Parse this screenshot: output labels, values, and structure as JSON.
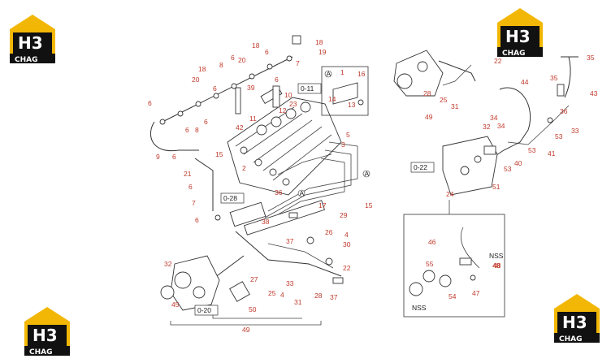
{
  "brand": {
    "logo_main": "H3",
    "logo_sub": "CHAG",
    "colors": {
      "yellow": "#f2b705",
      "black": "#111111"
    }
  },
  "colors": {
    "label": "#c0392b",
    "line": "#333333"
  },
  "labels": {
    "top": [
      "18",
      "19",
      "6",
      "7",
      "18",
      "8",
      "20",
      "6",
      "6",
      "39",
      "10",
      "23",
      "12",
      "42",
      "11",
      "6",
      "20",
      "18",
      "6",
      "6",
      "8",
      "6",
      "9",
      "6",
      "15",
      "2",
      "3",
      "5",
      "21",
      "6",
      "7",
      "6",
      "36",
      "17",
      "15",
      "29",
      "38",
      "37",
      "26",
      "30",
      "4",
      "22",
      "32",
      "45",
      "27",
      "25",
      "33",
      "28",
      "37",
      "31",
      "50",
      "49",
      "48",
      "4"
    ],
    "box1": [
      "1",
      "16",
      "14",
      "13"
    ],
    "right": [
      "22",
      "35",
      "43",
      "44",
      "28",
      "25",
      "31",
      "49",
      "34",
      "34",
      "35",
      "32",
      "36",
      "53",
      "41",
      "33",
      "53",
      "51",
      "53",
      "40",
      "24"
    ],
    "kit": [
      "46",
      "55",
      "54",
      "47",
      "48"
    ]
  },
  "refs": {
    "r011": "0-11",
    "r028": "0-28",
    "r020": "0-20",
    "r022": "0-22"
  },
  "markers": {
    "a": "A"
  },
  "nss": {
    "n1": "NSS",
    "n2": "NSS"
  }
}
